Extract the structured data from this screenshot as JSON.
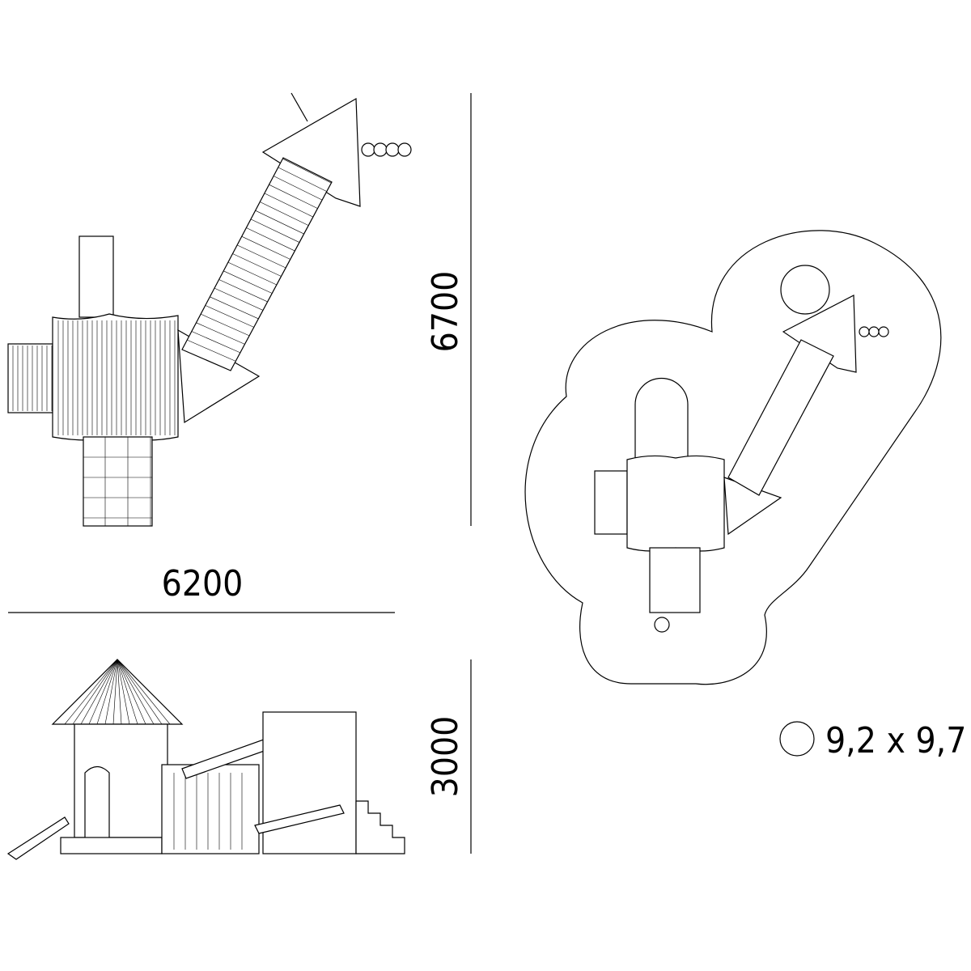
{
  "dimensions": {
    "width": "6200",
    "depth": "6700",
    "height": "3000"
  },
  "safety_area": {
    "label": "9,2 x 9,7"
  },
  "colors": {
    "line": "#000000",
    "background": "#ffffff"
  }
}
